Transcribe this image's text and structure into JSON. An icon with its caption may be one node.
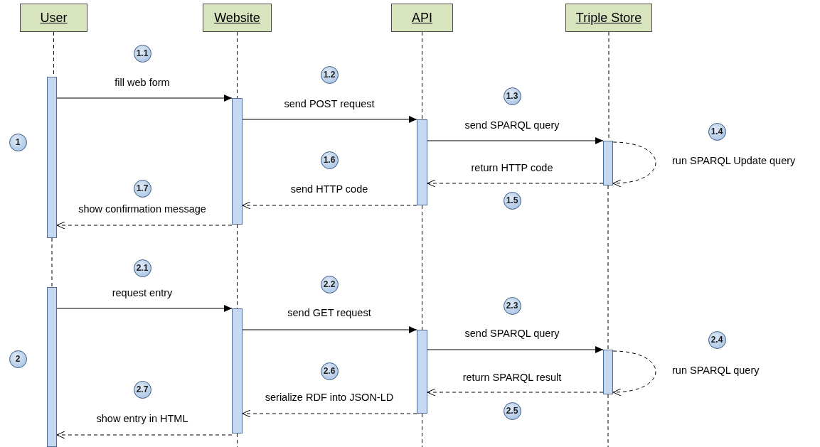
{
  "diagram": {
    "nodes": [
      {
        "text": [
          "User"
        ]
      },
      {
        "text": [
          "Website"
        ]
      },
      {
        "text": [
          "API"
        ]
      },
      {
        "text": [
          "Triple Store"
        ]
      },
      {
        "text": [],
        "shape": "bar"
      },
      {
        "text": [],
        "shape": "bar"
      },
      {
        "text": [],
        "shape": "bar"
      },
      {
        "text": [],
        "shape": "bar"
      },
      {
        "text": [],
        "shape": "bar"
      },
      {
        "text": [],
        "shape": "bar"
      },
      {
        "text": [],
        "shape": "bar"
      },
      {
        "text": [],
        "shape": "bar"
      },
      {
        "text": [
          "1.1"
        ]
      },
      {
        "text": [
          "1.2"
        ]
      },
      {
        "text": [
          "1.3"
        ]
      },
      {
        "text": [
          "1"
        ]
      },
      {
        "text": [
          "1.4"
        ]
      },
      {
        "text": [
          "1.6"
        ]
      },
      {
        "text": [
          "1.7"
        ]
      },
      {
        "text": [
          "1.5"
        ]
      },
      {
        "text": [
          "2.1"
        ]
      },
      {
        "text": [
          "2.2"
        ]
      },
      {
        "text": [
          "2.3"
        ]
      },
      {
        "text": [
          "2"
        ]
      },
      {
        "text": [
          "2.4"
        ]
      },
      {
        "text": [
          "2.6"
        ]
      },
      {
        "text": [
          "2.7"
        ]
      },
      {
        "text": [
          "2.5"
        ]
      }
    ],
    "edges": [
      {
        "from": 4,
        "to": 5,
        "arrow": "to",
        "label": "fill web form"
      },
      {
        "from": 5,
        "to": 6,
        "arrow": "to",
        "label": "send POST request"
      },
      {
        "from": 6,
        "to": 7,
        "arrow": "to",
        "label": "send SPARQL query"
      },
      {
        "from": 7,
        "to": 7,
        "arrow": "to",
        "label": "run SPARQL Update query",
        "style": "dashed"
      },
      {
        "from": 7,
        "to": 6,
        "arrow": "to",
        "label": "return HTTP code",
        "style": "dashed"
      },
      {
        "from": 6,
        "to": 5,
        "arrow": "to",
        "label": "send HTTP code",
        "style": "dashed"
      },
      {
        "from": 5,
        "to": 4,
        "arrow": "to",
        "label": "show confirmation message",
        "style": "dashed"
      },
      {
        "from": 8,
        "to": 9,
        "arrow": "to",
        "label": "request entry"
      },
      {
        "from": 9,
        "to": 10,
        "arrow": "to",
        "label": "send GET request"
      },
      {
        "from": 10,
        "to": 11,
        "arrow": "to",
        "label": "send SPARQL query"
      },
      {
        "from": 11,
        "to": 11,
        "arrow": "to",
        "label": "run SPARQL query",
        "style": "dashed"
      },
      {
        "from": 11,
        "to": 10,
        "arrow": "to",
        "label": "return SPARQL result",
        "style": "dashed"
      },
      {
        "from": 10,
        "to": 9,
        "arrow": "to",
        "label": "serialize RDF into JSON-LD",
        "style": "dashed"
      },
      {
        "from": 9,
        "to": 8,
        "arrow": "to",
        "label": "show entry in HTML",
        "style": "dashed"
      },
      {
        "from": 0,
        "to": 4,
        "arrow": "none",
        "style": "dashed"
      },
      {
        "from": 4,
        "to": 8,
        "arrow": "none",
        "style": "dashed"
      },
      {
        "from": 1,
        "to": 5,
        "arrow": "none",
        "style": "dashed"
      },
      {
        "from": 5,
        "to": 9,
        "arrow": "none",
        "style": "dashed"
      },
      {
        "from": 9,
        "to": null,
        "arrow": "none",
        "style": "dashed"
      },
      {
        "from": 2,
        "to": 6,
        "arrow": "none",
        "style": "dashed"
      },
      {
        "from": 6,
        "to": 10,
        "arrow": "none",
        "style": "dashed"
      },
      {
        "from": 10,
        "to": null,
        "arrow": "none",
        "style": "dashed"
      },
      {
        "from": 3,
        "to": 7,
        "arrow": "none",
        "style": "dashed"
      },
      {
        "from": 7,
        "to": 11,
        "arrow": "none",
        "style": "dashed"
      },
      {
        "from": 11,
        "to": null,
        "arrow": "none",
        "style": "dashed"
      }
    ]
  }
}
